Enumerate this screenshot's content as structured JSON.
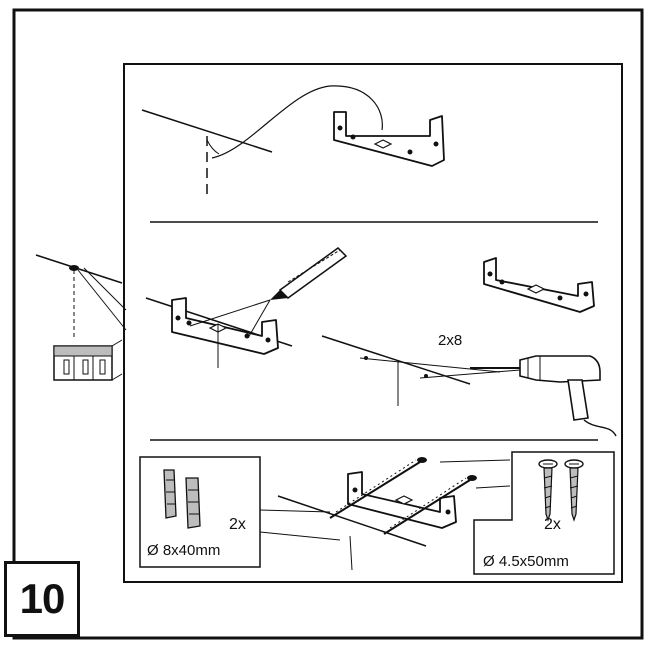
{
  "step": {
    "number": "10"
  },
  "drill": {
    "quantity_label": "2x8"
  },
  "wall_plugs": {
    "quantity": "2x",
    "size": "Ø 8x40mm"
  },
  "screws": {
    "quantity": "2x",
    "size": "Ø 4.5x50mm"
  },
  "colors": {
    "line": "#111111",
    "background": "#ffffff",
    "fill_gray": "#bdbdbd"
  }
}
